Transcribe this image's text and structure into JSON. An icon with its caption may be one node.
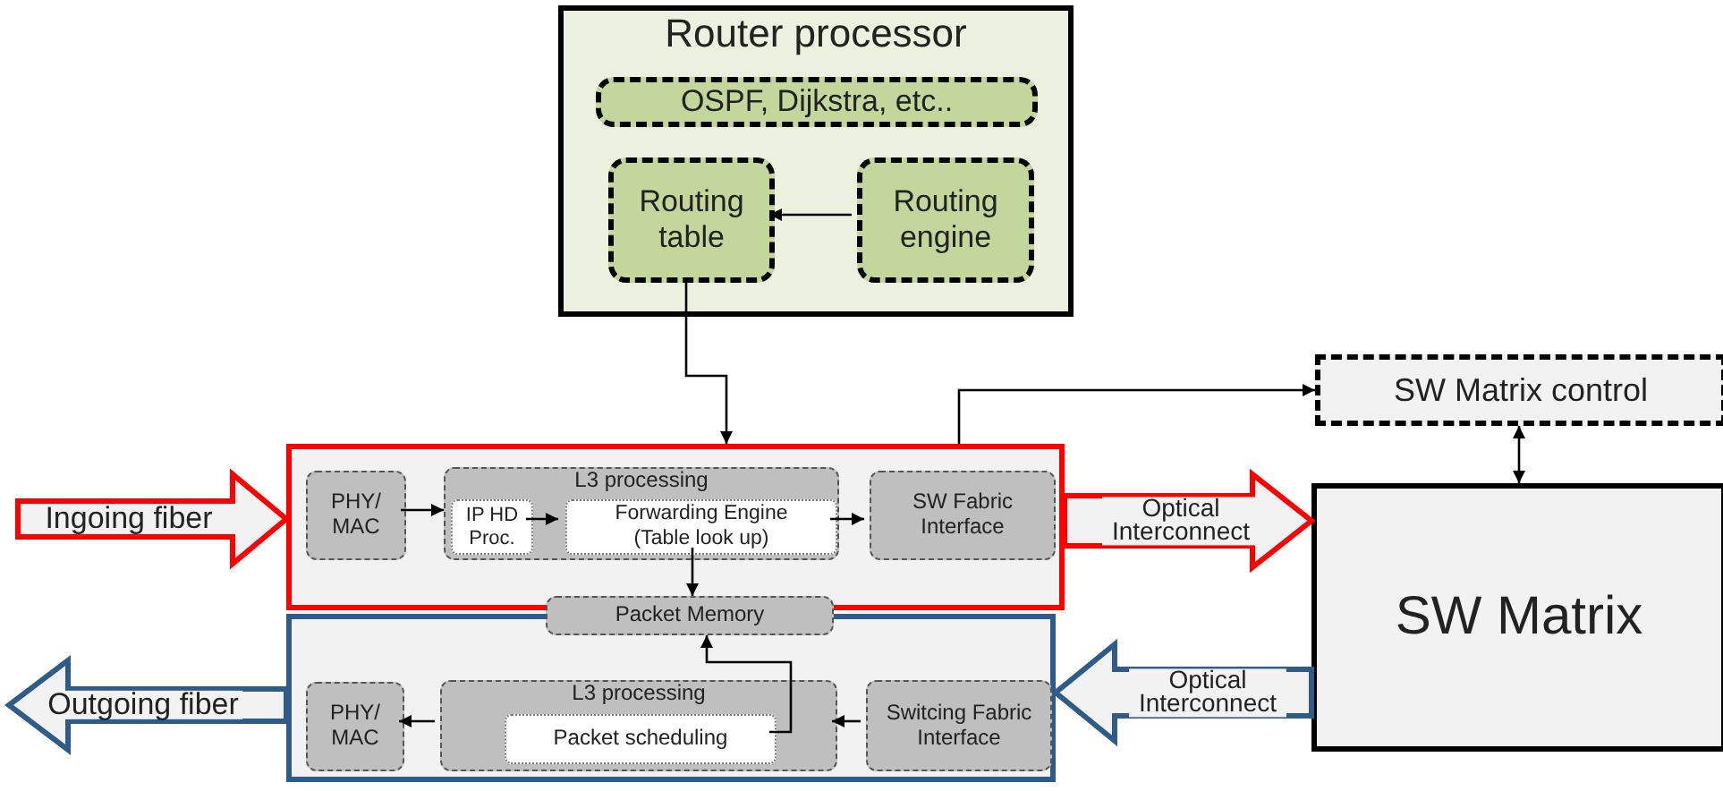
{
  "diagram": {
    "nodes": [
      {
        "text": [
          "Router processor"
        ]
      },
      {
        "text": [
          "OSPF, Dijkstra, etc.."
        ],
        "in": 0
      },
      {
        "text": [
          "Routing table"
        ],
        "in": 0
      },
      {
        "text": [
          "Routing engine"
        ],
        "in": 0
      },
      {
        "text": [],
        "shape": "box"
      },
      {
        "text": [
          "PHY/ MAC"
        ],
        "in": 4
      },
      {
        "text": [
          "L3 processing"
        ],
        "in": 4
      },
      {
        "text": [
          "IP HD Proc."
        ],
        "in": 6
      },
      {
        "text": [
          "Forwarding Engine (Table look up)"
        ],
        "in": 6
      },
      {
        "text": [
          "SW Fabric Interface"
        ],
        "in": 4
      },
      {
        "text": [
          "Packet Memory"
        ]
      },
      {
        "text": [],
        "shape": "box"
      },
      {
        "text": [
          "PHY/ MAC"
        ],
        "in": 11
      },
      {
        "text": [
          "L3 processing"
        ],
        "in": 11
      },
      {
        "text": [
          "Packet scheduling"
        ],
        "in": 13
      },
      {
        "text": [
          "Switcing Fabric Interface"
        ],
        "in": 11
      },
      {
        "text": [
          "SW Matrix control"
        ]
      },
      {
        "text": [
          "SW Matrix"
        ]
      }
    ],
    "edges": [
      {
        "from": 3,
        "to": 2,
        "arrow": "to"
      },
      {
        "from": 2,
        "to": 4,
        "arrow": "to"
      },
      {
        "from": 5,
        "to": 7,
        "arrow": "to"
      },
      {
        "from": 7,
        "to": 8,
        "arrow": "to"
      },
      {
        "from": 8,
        "to": 9,
        "arrow": "to"
      },
      {
        "from": 8,
        "to": 10,
        "arrow": "to"
      },
      {
        "from": 14,
        "to": 10,
        "arrow": "to"
      },
      {
        "from": 4,
        "to": 16,
        "arrow": "to"
      },
      {
        "from": 16,
        "to": 17,
        "arrow": "both"
      },
      {
        "from": 13,
        "to": 12,
        "arrow": "to"
      },
      {
        "from": 15,
        "to": 13,
        "arrow": "to"
      },
      {
        "from": null,
        "to": 4,
        "arrow": "to",
        "label": "Ingoing fiber",
        "style": "thick",
        "color": "#ff0000"
      },
      {
        "from": 4,
        "to": 17,
        "arrow": "to",
        "label": "Optical Interconnect",
        "style": "thick",
        "color": "#ff0000"
      },
      {
        "from": 17,
        "to": 11,
        "arrow": "to",
        "label": "Optical Interconnect",
        "style": "thick",
        "color": "#2e5c8a"
      },
      {
        "from": 11,
        "to": null,
        "arrow": "to",
        "label": "Outgoing fiber",
        "style": "thick",
        "color": "#2e5c8a"
      }
    ]
  }
}
